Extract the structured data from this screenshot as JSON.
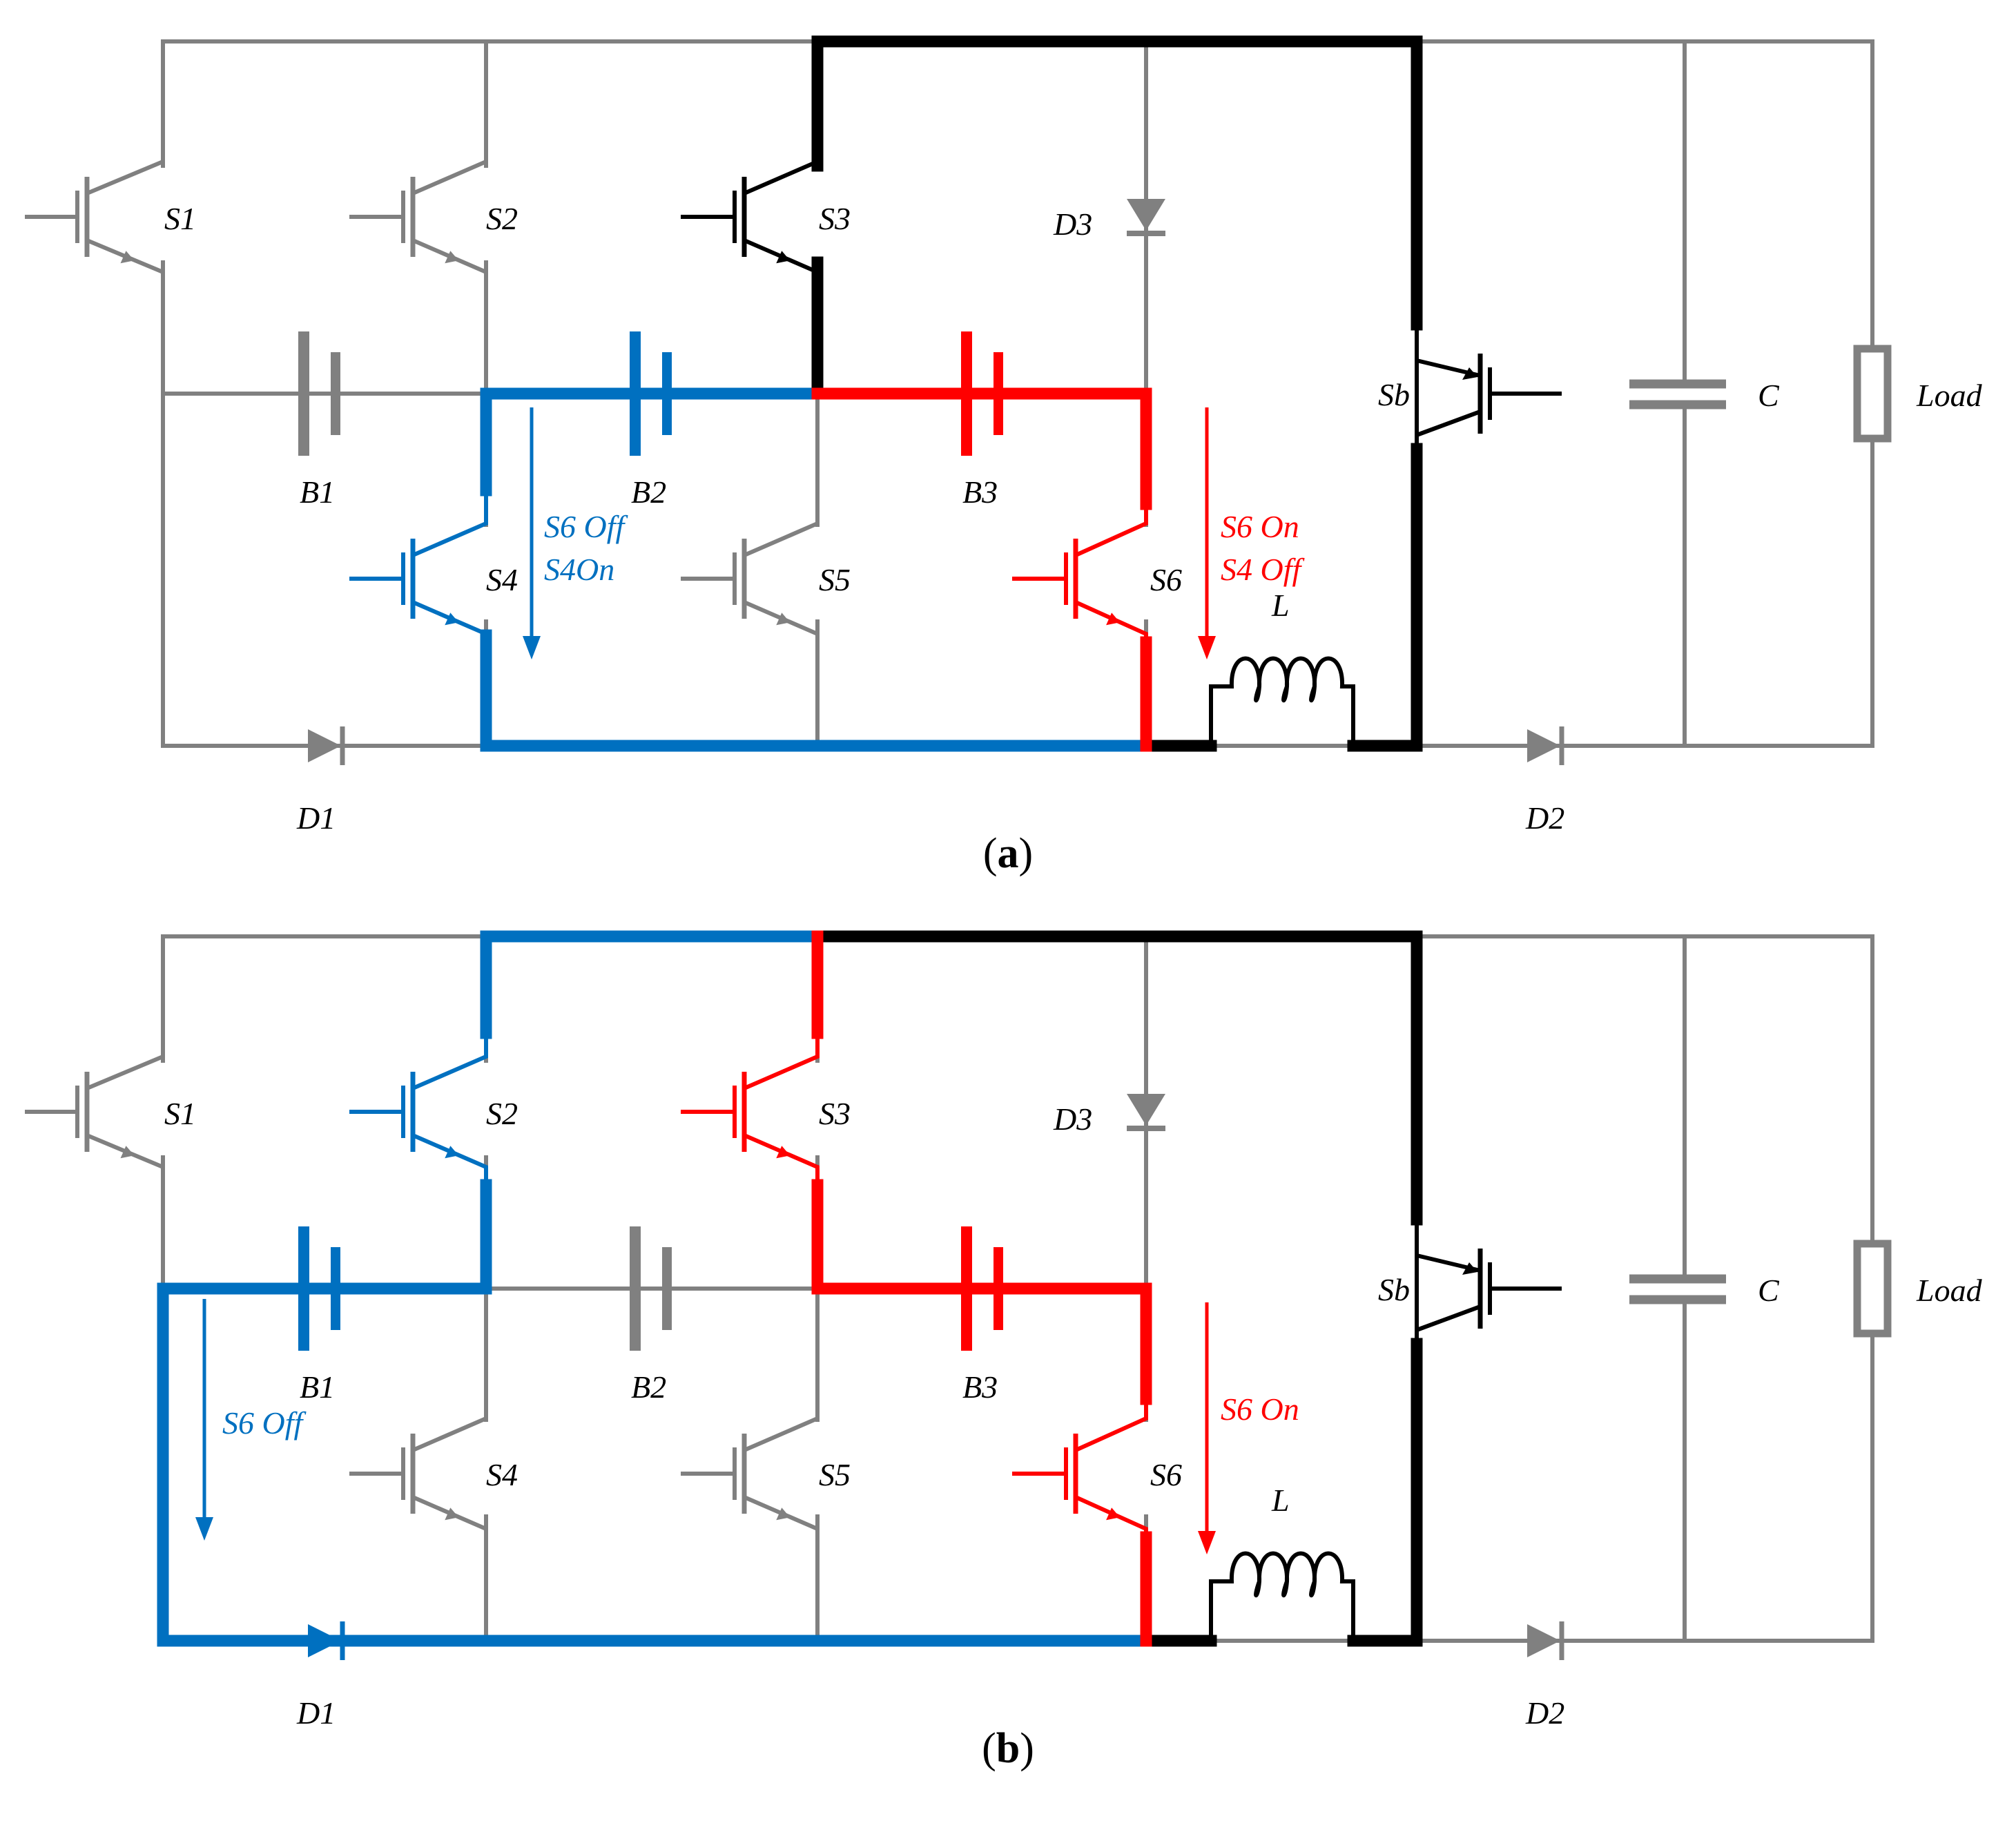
{
  "colors": {
    "inactive": "#808080",
    "black": "#000000",
    "blue": "#0070C0",
    "red": "#FF0000"
  },
  "panels": [
    {
      "id": "a",
      "caption": {
        "open": "(",
        "letter": "a",
        "close": ")"
      },
      "labels": {
        "S1": "S1",
        "S2": "S2",
        "S3": "S3",
        "S4": "S4",
        "S5": "S5",
        "S6": "S6",
        "Sb": "Sb",
        "D1": "D1",
        "D2": "D2",
        "D3": "D3",
        "B1": "B1",
        "B2": "B2",
        "B3": "B3",
        "L": "L",
        "C": "C",
        "Load": "Load"
      },
      "annotations": [
        {
          "text": "S6 Off",
          "color": "blue"
        },
        {
          "text": "S4On",
          "color": "blue"
        },
        {
          "text": "S6 On",
          "color": "red"
        },
        {
          "text": "S4 Off",
          "color": "red"
        }
      ]
    },
    {
      "id": "b",
      "caption": {
        "open": "(",
        "letter": "b",
        "close": ")"
      },
      "labels": {
        "S1": "S1",
        "S2": "S2",
        "S3": "S3",
        "S4": "S4",
        "S5": "S5",
        "S6": "S6",
        "Sb": "Sb",
        "D1": "D1",
        "D2": "D2",
        "D3": "D3",
        "B1": "B1",
        "B2": "B2",
        "B3": "B3",
        "L": "L",
        "C": "C",
        "Load": "Load"
      },
      "annotations": [
        {
          "text": "S6 Off",
          "color": "blue"
        },
        {
          "text": "S6 On",
          "color": "red"
        }
      ]
    }
  ]
}
